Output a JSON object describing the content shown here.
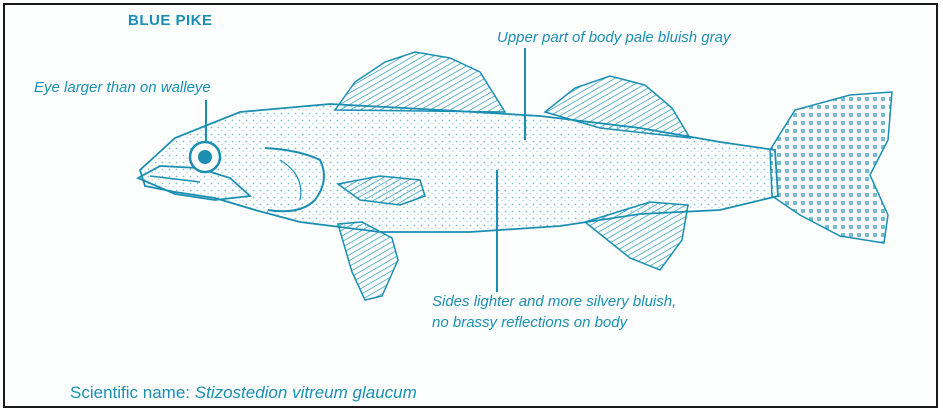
{
  "title": "BLUE PIKE",
  "annotations": {
    "upper_body": "Upper part of body pale bluish gray",
    "eye": "Eye larger than on walleye",
    "sides_line1": "Sides lighter and more silvery bluish,",
    "sides_line2": "no brassy reflections on body"
  },
  "scientific": {
    "prefix": "Scientific name:",
    "latin": "Stizostedion vitreum glaucum"
  },
  "colors": {
    "ink": "#1a8fb2",
    "frame": "#1a1a1a",
    "background": "#fdfefe"
  }
}
